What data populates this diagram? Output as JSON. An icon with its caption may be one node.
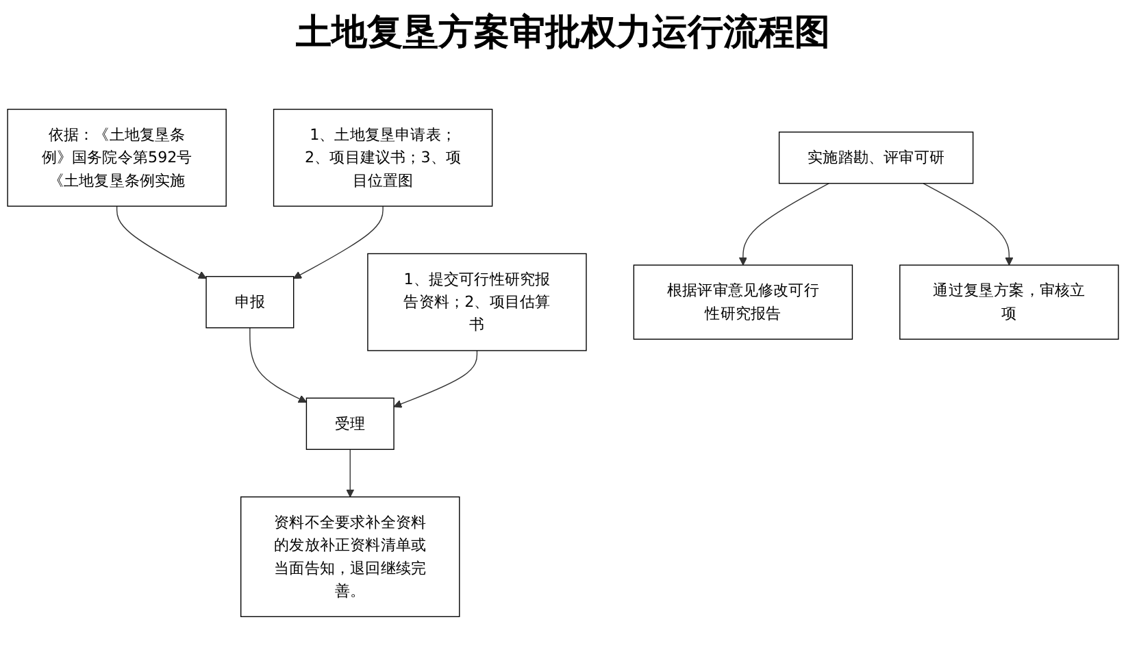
{
  "diagram": {
    "title": "土地复垦方案审批权力运行流程图",
    "nodes": [
      {
        "text": [
          "依据：《土地复垦条例》国务院令第592号《土地复垦条例实施"
        ]
      },
      {
        "text": [
          "申报"
        ]
      },
      {
        "text": [
          "1、土地复垦申请表；2、项目建议书；3、项目位置图"
        ]
      },
      {
        "text": [
          "资料不全要求补全资料的发放补正资料清单或当面告知，退回继续完善。"
        ]
      },
      {
        "text": [
          "受理"
        ]
      },
      {
        "text": [
          "1、提交可行性研究报告资料；2、项目估算书"
        ]
      },
      {
        "text": [
          "实施踏勘、评审可研"
        ]
      },
      {
        "text": [
          "根据评审意见修改可行性研究报告"
        ]
      },
      {
        "text": [
          "通过复垦方案，审核立项"
        ]
      }
    ],
    "edges": [
      {
        "from": 0,
        "to": 1,
        "arrow": "to"
      },
      {
        "from": 2,
        "to": 1,
        "arrow": "to"
      },
      {
        "from": 1,
        "to": 4,
        "arrow": "to"
      },
      {
        "from": 4,
        "to": 3,
        "arrow": "to"
      },
      {
        "from": 5,
        "to": 4,
        "arrow": "to"
      },
      {
        "from": 6,
        "to": 7,
        "arrow": "to"
      },
      {
        "from": 6,
        "to": 8,
        "arrow": "to"
      }
    ]
  }
}
